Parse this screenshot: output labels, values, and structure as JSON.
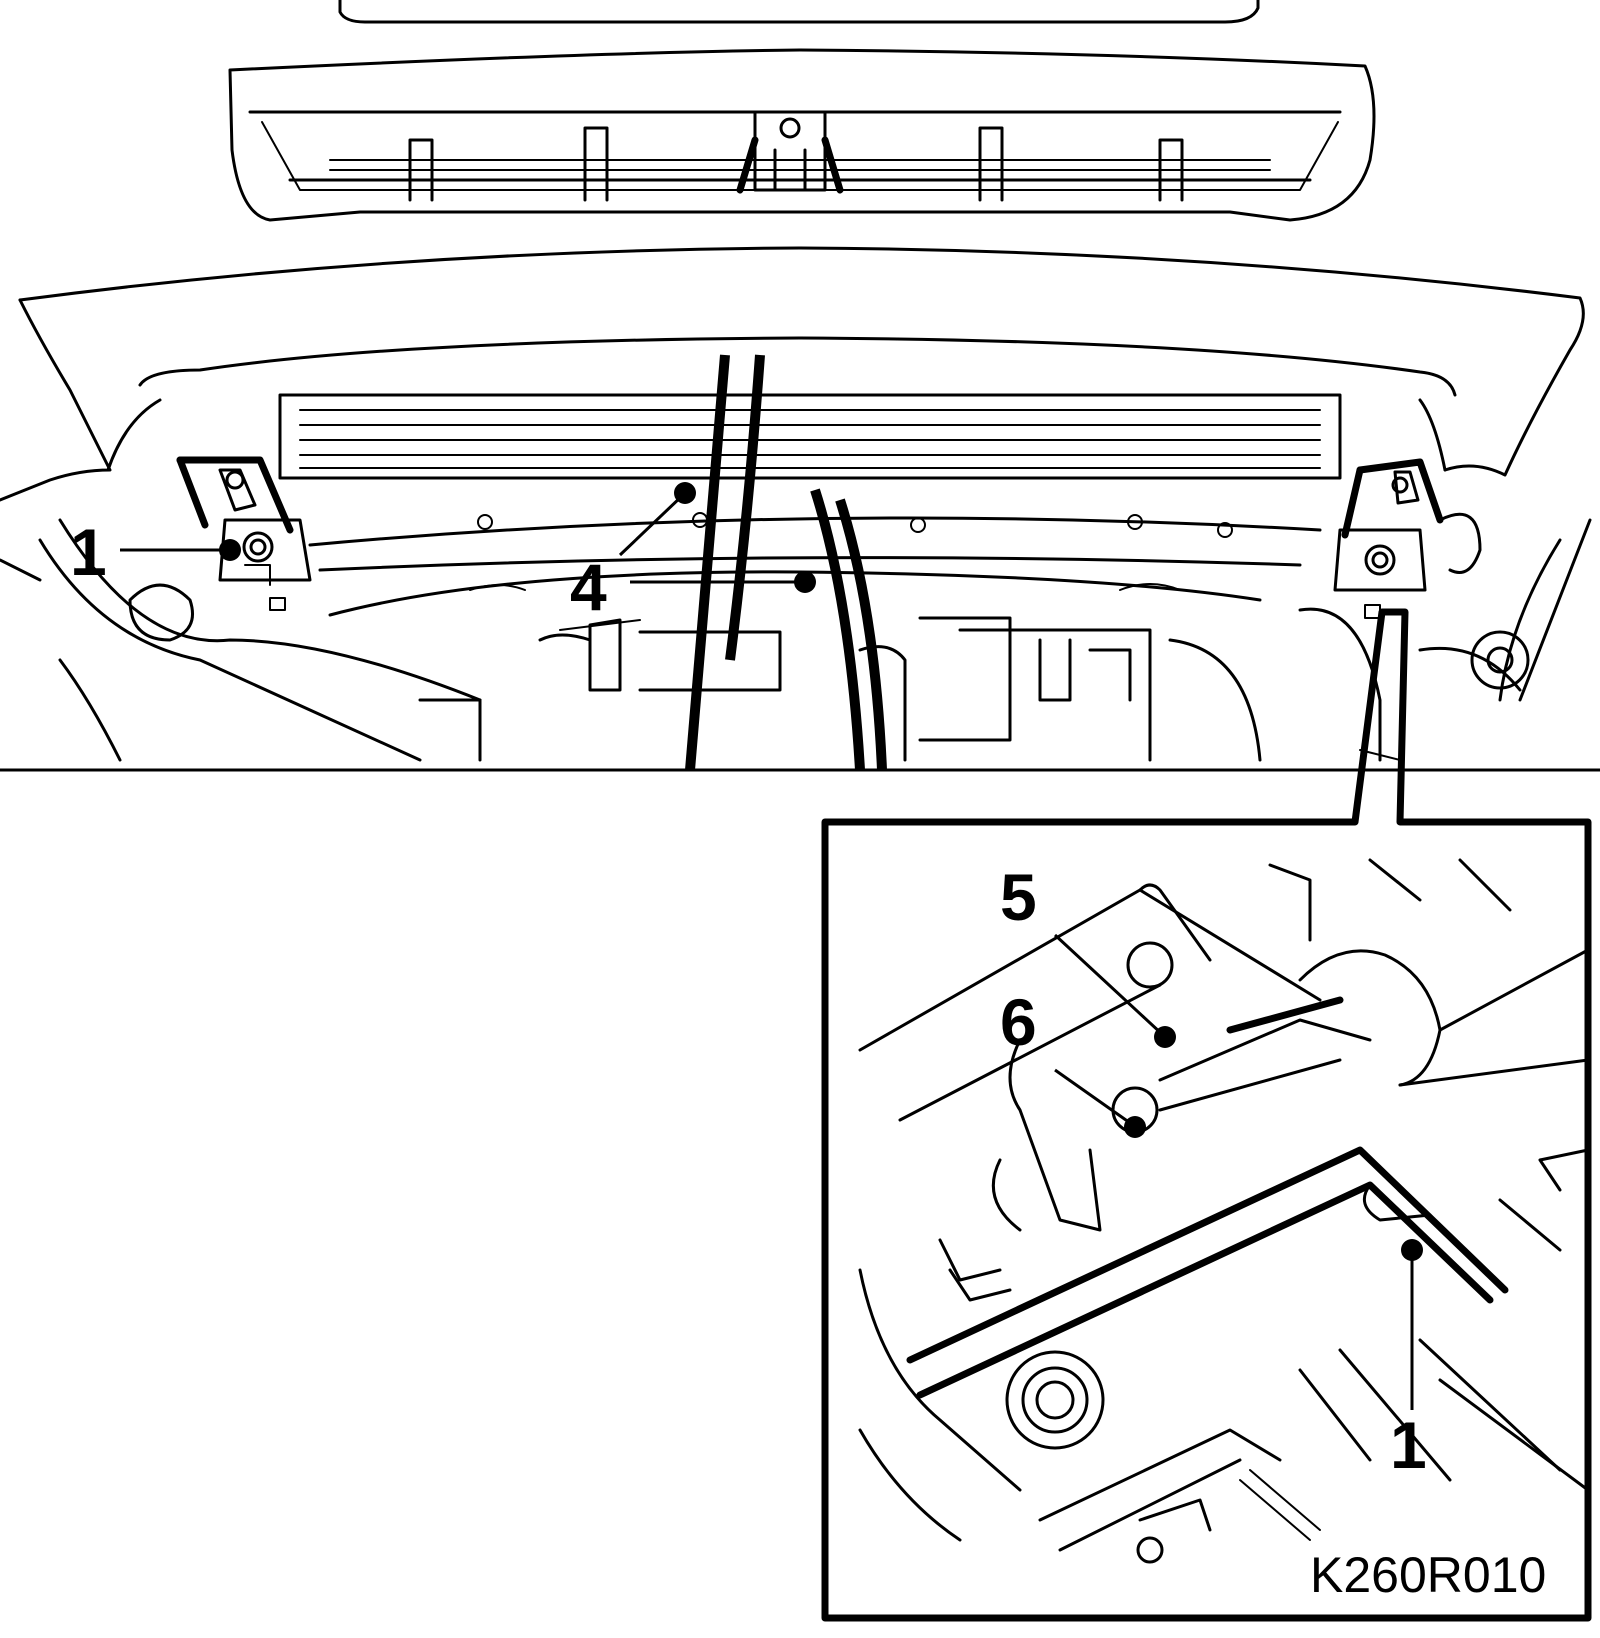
{
  "figure_id": "K260R010",
  "callouts": {
    "main_1": "1",
    "main_4": "4",
    "detail_5": "5",
    "detail_6": "6",
    "detail_1": "1"
  }
}
